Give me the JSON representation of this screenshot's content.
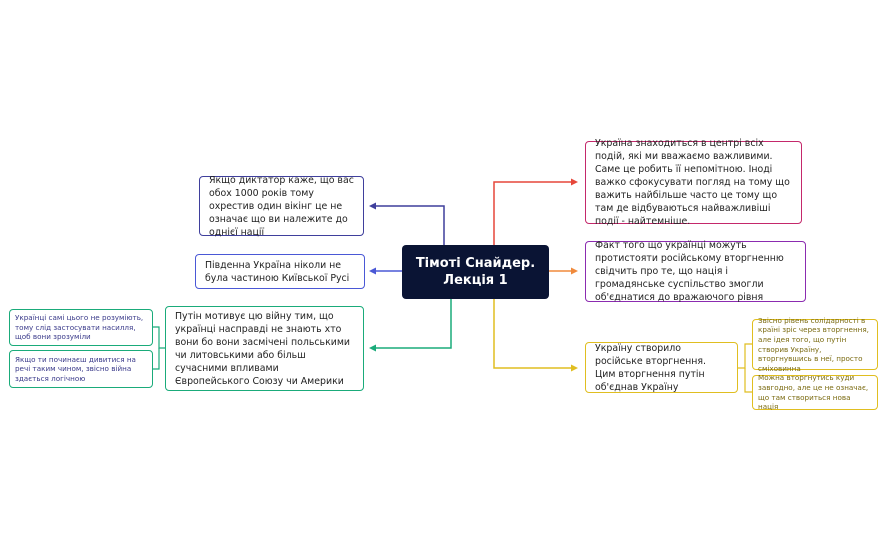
{
  "center": {
    "title": "Тімоті Снайдер. Лекція 1"
  },
  "nodes": {
    "dictator": {
      "text": "Якщо диктатор каже, що вас обох 1000 років тому охрестив один вікінг це не означає що ви належите до однієї нації",
      "color": "#3f3f9c"
    },
    "south": {
      "text": "Південна Україна ніколи не була частиною Київської Русі",
      "color": "#4a58d6"
    },
    "putin_motive": {
      "text": "Путін мотивує цю війну тим, що українці насправді не знають хто вони бо вони засмічені польськими чи литовськими або більш сучасними впливами Європейського Союзу чи Америки",
      "color": "#1aab7a"
    },
    "ukr_self": {
      "text": "Українці самі цього не розуміють, тому слід застосувати насилля, щоб вони зрозуміли",
      "color": "#1aab7a"
    },
    "looking": {
      "text": "Якщо ти починаєш дивитися на речі таким чином, звісно війна здається логічною",
      "color": "#1aab7a"
    },
    "center_events": {
      "text": "Україна знаходиться в центрі всіх подій, які ми вважаємо важливими. Саме це робить її непомітною. Іноді важко сфокусувати погляд на тому що важить найбільше часто це тому що там де відбуваються найважливіші події - найтемніше.",
      "color": "#c4286b"
    },
    "resist": {
      "text": "Факт того що українці можуть протистояти російському вторгненню свідчить про те, що нація і громадянське суспільство змогли об'єднатися до вражаючого рівня",
      "color": "#8b2bb0"
    },
    "created": {
      "text": "Україну створило російське вторгнення. Цим вторгнення путін об'єднав Україну",
      "color": "#e0be20"
    },
    "solidarity": {
      "text": "Звісно рівень солідарності в країні зріс через вторгнення, але ідея того, що путін створив Україну, вторгнувшись в неї, просто сміховинна",
      "color": "#e0be20"
    },
    "invade": {
      "text": "Можна вторгнутись куди завгодно, але це не означає, що там створиться нова нація",
      "color": "#e0be20"
    }
  },
  "colors": {
    "center_bg": "#0a1434",
    "red": "#e6473a",
    "orange": "#f08a3c",
    "purple_dark": "#3f3f9c",
    "blue": "#4a58d6",
    "green": "#1aab7a",
    "yellow": "#e0be20",
    "sub_text_olive": "#7a6a10",
    "sub_text_indigo": "#3a3a8a"
  }
}
